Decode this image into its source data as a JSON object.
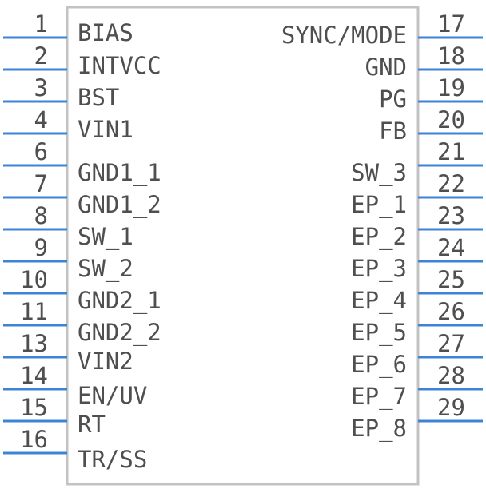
{
  "component": {
    "left_pins": [
      {
        "number": "1",
        "name": "BIAS"
      },
      {
        "number": "2",
        "name": "INTVCC"
      },
      {
        "number": "3",
        "name": "BST"
      },
      {
        "number": "4",
        "name": "VIN1"
      },
      {
        "number": "6",
        "name": "GND1_1"
      },
      {
        "number": "7",
        "name": "GND1_2"
      },
      {
        "number": "8",
        "name": "SW_1"
      },
      {
        "number": "9",
        "name": "SW_2"
      },
      {
        "number": "10",
        "name": "GND2_1"
      },
      {
        "number": "11",
        "name": "GND2_2"
      },
      {
        "number": "13",
        "name": "VIN2"
      },
      {
        "number": "14",
        "name": "EN/UV"
      },
      {
        "number": "15",
        "name": "RT"
      },
      {
        "number": "16",
        "name": "TR/SS"
      }
    ],
    "right_pins": [
      {
        "number": "17",
        "name": "SYNC/MODE"
      },
      {
        "number": "18",
        "name": "GND"
      },
      {
        "number": "19",
        "name": "PG"
      },
      {
        "number": "20",
        "name": "FB"
      },
      {
        "number": "21",
        "name": "SW_3"
      },
      {
        "number": "22",
        "name": "EP_1"
      },
      {
        "number": "23",
        "name": "EP_2"
      },
      {
        "number": "24",
        "name": "EP_3"
      },
      {
        "number": "25",
        "name": "EP_4"
      },
      {
        "number": "26",
        "name": "EP_5"
      },
      {
        "number": "27",
        "name": "EP_6"
      },
      {
        "number": "28",
        "name": "EP_7"
      },
      {
        "number": "29",
        "name": "EP_8"
      }
    ]
  },
  "colors": {
    "pin": "#3d84d8",
    "body_outline": "#c3c3c3",
    "text": "#4f4f4f"
  }
}
